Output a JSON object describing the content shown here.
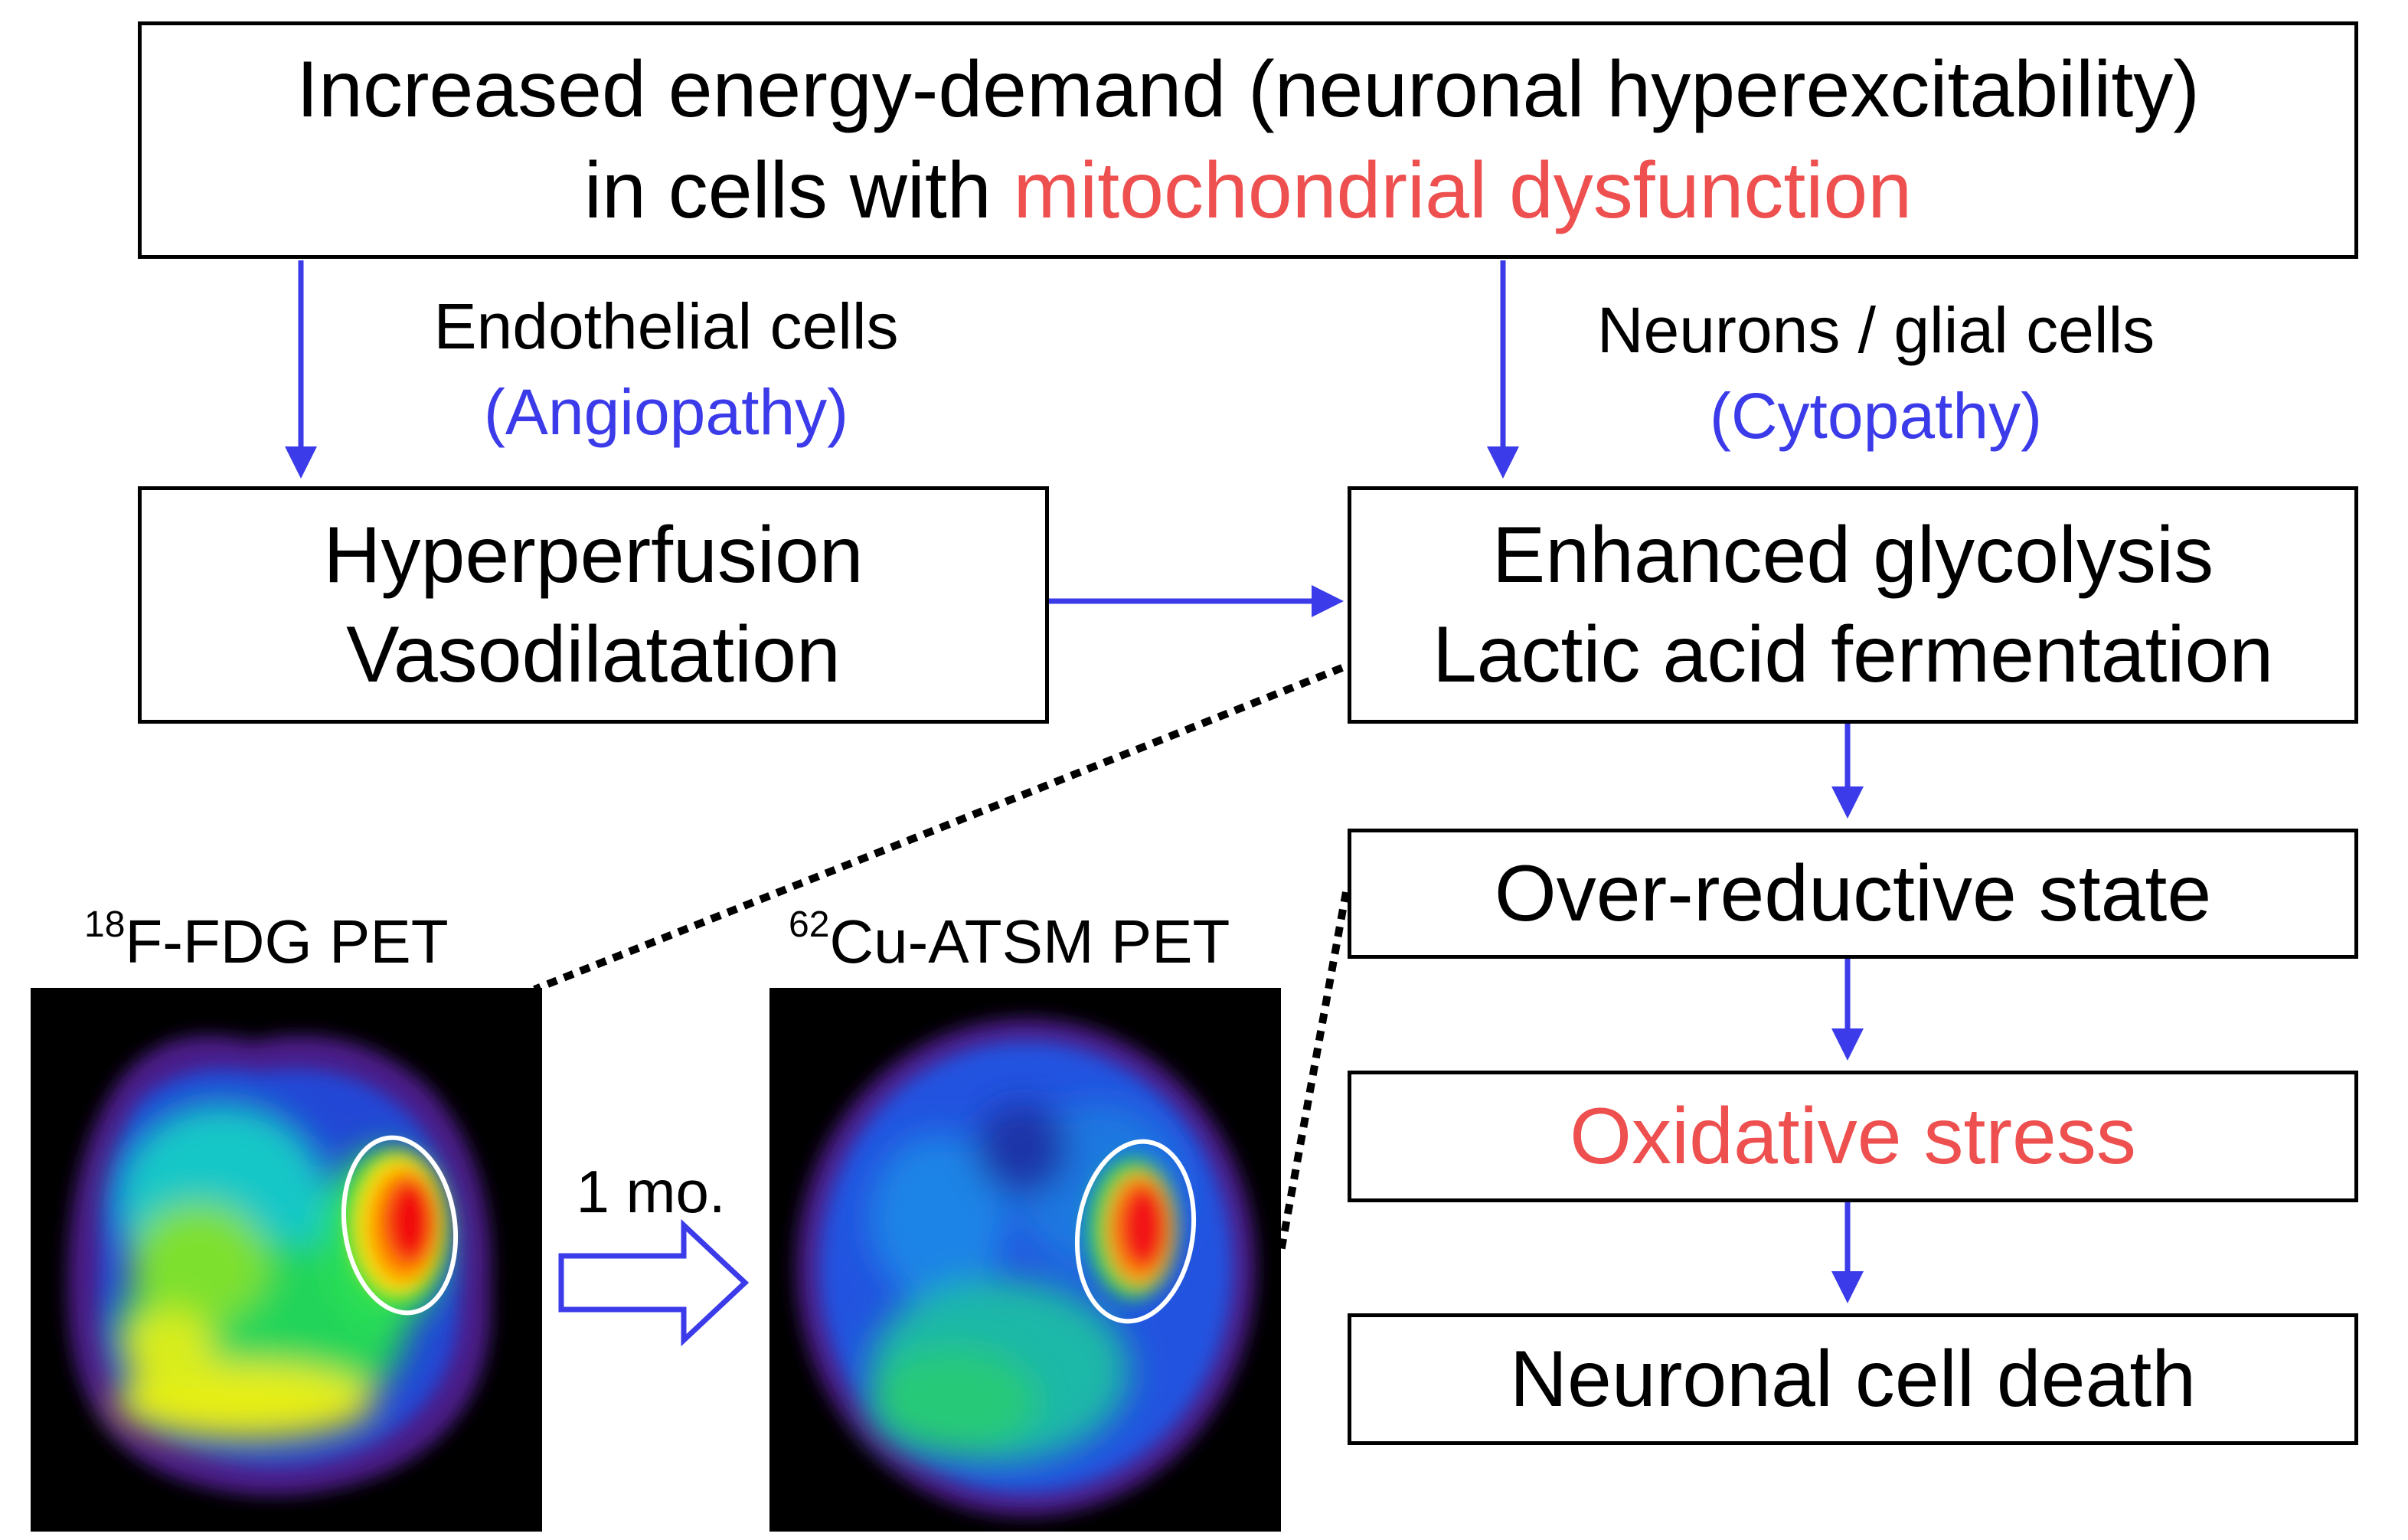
{
  "top_box": {
    "line1": "Increased energy-demand (neuronal hyperexcitability)",
    "line2_prefix": "in cells with ",
    "line2_highlight": "mitochondrial dysfunction"
  },
  "left_branch": {
    "cell_type": "Endothelial cells",
    "pathology": "(Angiopathy)"
  },
  "right_branch": {
    "cell_type": "Neurons / glial cells",
    "pathology": "(Cytopathy)"
  },
  "hyperperfusion_box": {
    "line1": "Hyperperfusion",
    "line2": "Vasodilatation"
  },
  "glycolysis_box": {
    "line1": "Enhanced glycolysis",
    "line2": "Lactic acid fermentation"
  },
  "cascade": {
    "over_reductive": "Over-reductive state",
    "oxidative_stress": "Oxidative stress",
    "cell_death": "Neuronal cell death"
  },
  "pet_scans": {
    "fdg": {
      "isotope": "18",
      "label": "F-FDG PET"
    },
    "atsm": {
      "isotope": "62",
      "label": "Cu-ATSM PET"
    },
    "interval": "1 mo."
  },
  "colors": {
    "arrow_blue": "#3b3bea",
    "highlight_red": "#ee4f4f",
    "box_border": "#000000",
    "pet_background": "#000000"
  }
}
